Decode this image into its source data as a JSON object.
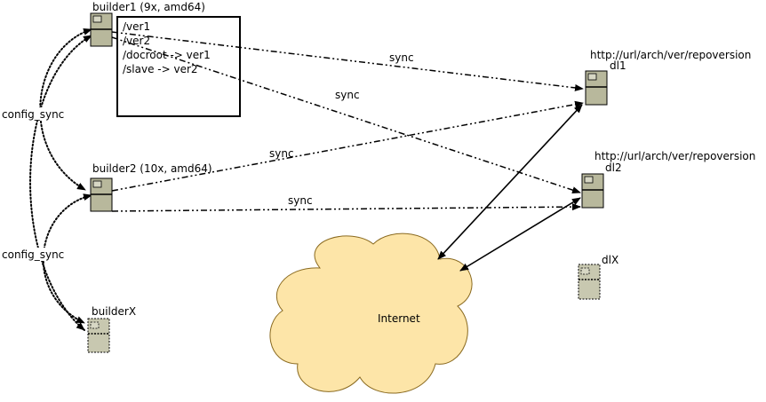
{
  "nodes": {
    "builder1": {
      "label": "builder1 (9x, amd64)"
    },
    "builder2": {
      "label": "builder2 (10x, amd64)"
    },
    "builderX": {
      "label": "builderX"
    },
    "dl1": {
      "label": "dl1",
      "url": "http://url/arch/ver/repoversion"
    },
    "dl2": {
      "label": "dl2",
      "url": "http://url/arch/ver/repoversion"
    },
    "dlX": {
      "label": "dlX"
    }
  },
  "directory_box": {
    "lines": [
      "/ver1",
      "/ver2",
      "/docroot -> ver1",
      "/slave -> ver2"
    ]
  },
  "edges": {
    "sync_label": "sync",
    "config_sync_label": "config_sync"
  },
  "cloud": {
    "label": "Internet",
    "fill": "#fde5a8",
    "stroke": "#8a6a20"
  },
  "colors": {
    "server": "#b8b89c",
    "line": "#000000"
  }
}
